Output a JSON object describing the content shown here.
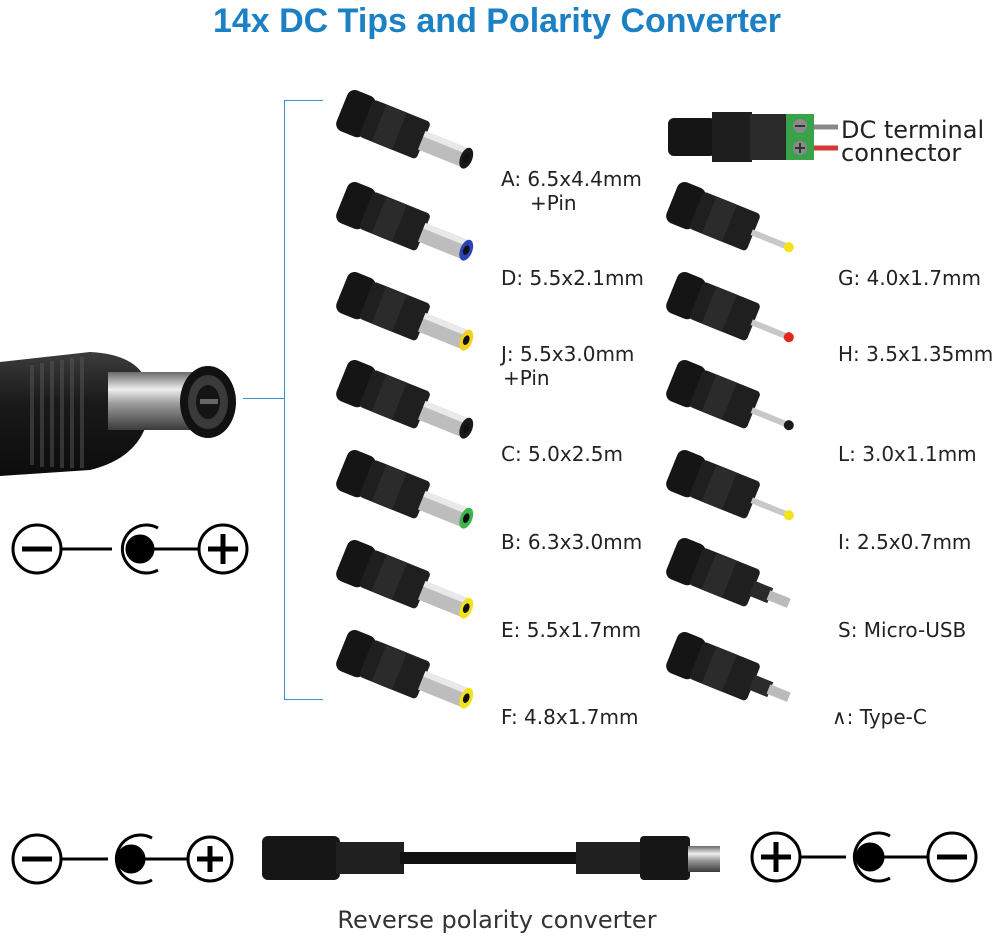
{
  "title": "14x DC Tips and Polarity Converter",
  "left_tips": [
    {
      "label": "A: 6.5x4.4mm",
      "sub": "+Pin",
      "tip_color": "#1a1a1a"
    },
    {
      "label": "D: 5.5x2.1mm",
      "tip_color": "#2844b8"
    },
    {
      "label": "J: 5.5x3.0mm",
      "sub": "+Pin",
      "tip_color": "#f2d21c"
    },
    {
      "label": "C: 5.0x2.5m",
      "tip_color": "#1a1a1a"
    },
    {
      "label": "B: 6.3x3.0mm",
      "tip_color": "#3cb54a"
    },
    {
      "label": "E: 5.5x1.7mm",
      "tip_color": "#f2e21c"
    },
    {
      "label": "F: 4.8x1.7mm",
      "tip_color": "#f2e21c"
    }
  ],
  "terminal": {
    "line1": "DC terminal",
    "line2": "connector"
  },
  "right_tips": [
    {
      "label": "G: 4.0x1.7mm",
      "tip_color": "#f2e21c"
    },
    {
      "label": "H: 3.5x1.35mm",
      "tip_color": "#e2261c"
    },
    {
      "label": "L: 3.0x1.1mm",
      "tip_color": "#1a1a1a"
    },
    {
      "label": "I: 2.5x0.7mm",
      "tip_color": "#f2e21c"
    },
    {
      "label": "S: Micro-USB",
      "tip_color": "#555555"
    },
    {
      "label": "∧: Type-C",
      "tip_color": "#555555"
    }
  ],
  "caption": "Reverse polarity converter",
  "colors": {
    "accent": "#1b80c4",
    "bracket": "#3a8fd0"
  }
}
